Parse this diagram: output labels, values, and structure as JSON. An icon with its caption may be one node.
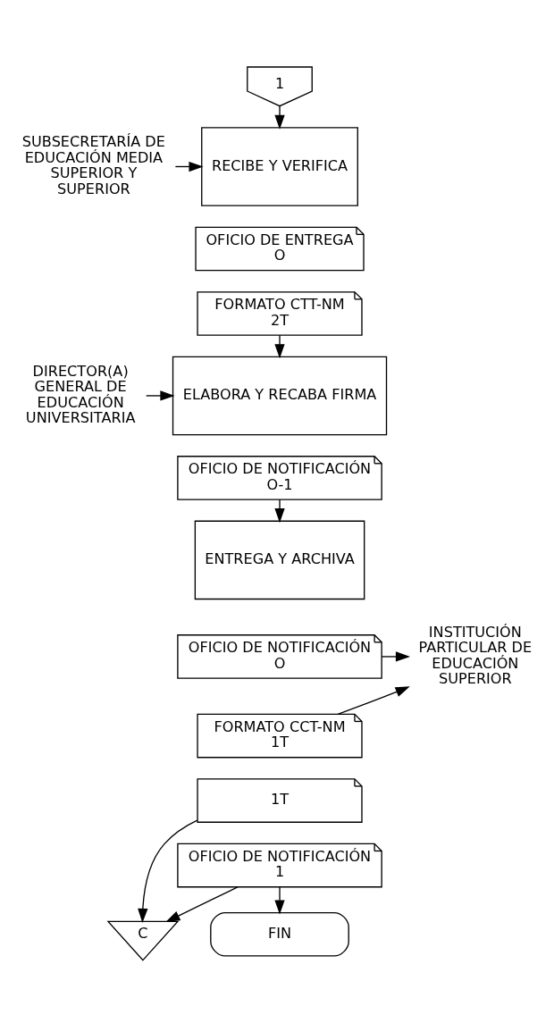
{
  "diagram": {
    "nodes": [
      {
        "text": [
          "1"
        ]
      },
      {
        "text": [
          "SUBSECRETARÍA DE EDUCACIÓN MEDIA SUPERIOR Y SUPERIOR"
        ]
      },
      {
        "text": [
          "RECIBE Y VERIFICA"
        ]
      },
      {
        "text": [
          "OFICIO DE ENTREGA",
          "O"
        ]
      },
      {
        "text": [
          "FORMATO CTT-NM",
          "2T"
        ]
      },
      {
        "text": [
          "DIRECTOR(A) GENERAL DE EDUCACIÓN UNIVERSITARIA"
        ]
      },
      {
        "text": [
          "ELABORA Y RECABA FIRMA"
        ]
      },
      {
        "text": [
          "OFICIO DE NOTIFICACIÓN",
          "O-1"
        ]
      },
      {
        "text": [
          "ENTREGA Y ARCHIVA"
        ]
      },
      {
        "text": [
          "OFICIO DE NOTIFICACIÓN",
          "O"
        ]
      },
      {
        "text": [
          "FORMATO CCT-NM",
          "1T"
        ]
      },
      {
        "text": [
          "1T"
        ]
      },
      {
        "text": [
          "OFICIO DE NOTIFICACIÓN",
          "1"
        ]
      },
      {
        "text": [
          "INSTITUCIÓN PARTICULAR DE EDUCACIÓN SUPERIOR"
        ]
      },
      {
        "text": [
          "C"
        ]
      },
      {
        "text": [
          "FIN"
        ]
      }
    ],
    "edges": [
      {
        "from": 0,
        "to": 2,
        "arrow": "to"
      },
      {
        "from": 1,
        "to": 2,
        "arrow": "to"
      },
      {
        "from": 4,
        "to": 6,
        "arrow": "to"
      },
      {
        "from": 5,
        "to": 6,
        "arrow": "to"
      },
      {
        "from": 7,
        "to": 8,
        "arrow": "to"
      },
      {
        "from": 9,
        "to": 13,
        "arrow": "to"
      },
      {
        "from": 10,
        "to": 13,
        "arrow": "to"
      },
      {
        "from": 11,
        "to": 14,
        "arrow": "to"
      },
      {
        "from": 12,
        "to": 14,
        "arrow": "to"
      },
      {
        "from": 12,
        "to": 15,
        "arrow": "to"
      }
    ]
  }
}
